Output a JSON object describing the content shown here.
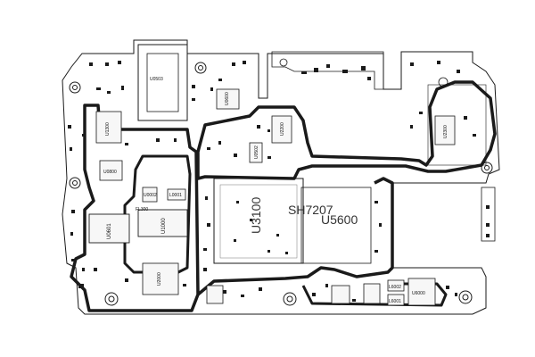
{
  "diagram": {
    "big_labels": {
      "u3100": "U3100",
      "sh7207": "SH7207",
      "u5600": "U5600"
    },
    "chip_labels": {
      "u1000": "U1000",
      "u0601": "U0601",
      "u1300": "U1300",
      "u0800": "U0800",
      "u2000": "U2000",
      "u0600": "U0600",
      "u0503": "U0503",
      "l0001": "L0001",
      "u0002": "U0002",
      "fl300": "FL300",
      "u2200": "U2200",
      "u0502": "U0502",
      "u6000": "U6000",
      "l6001": "L6001",
      "l6002": "L6002",
      "u2300": "U2300"
    },
    "colors": {
      "outline": "#1a1a1a",
      "trace": "#222222",
      "background": "#ffffff"
    }
  }
}
